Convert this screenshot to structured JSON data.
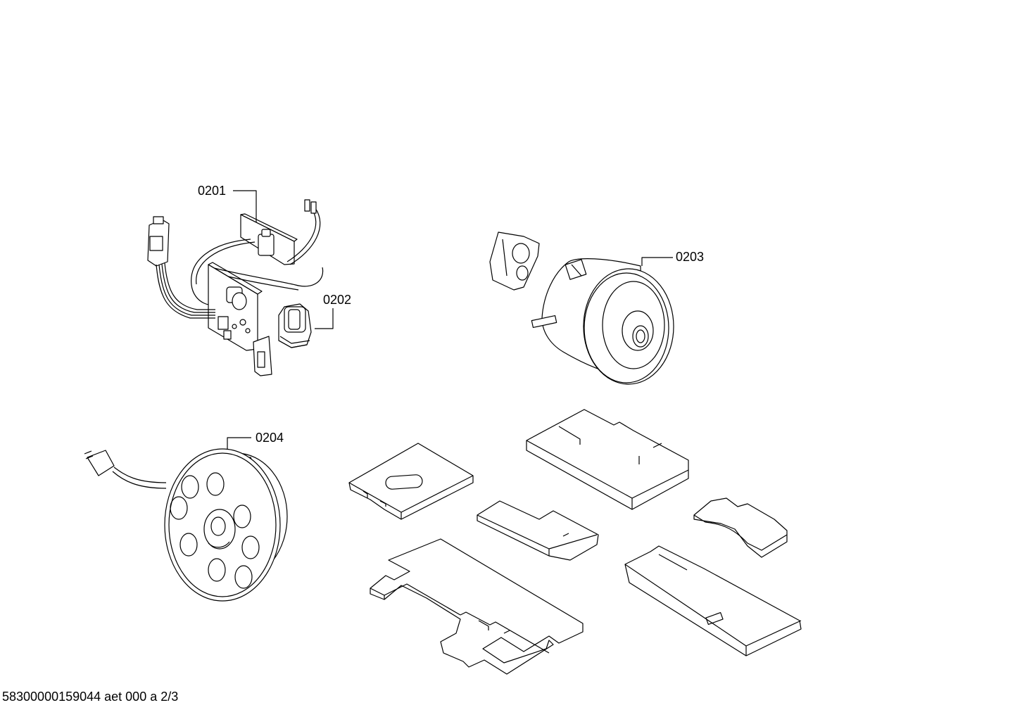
{
  "callouts": {
    "part_0201": "0201",
    "part_0202": "0202",
    "part_0203": "0203",
    "part_0204": "0204"
  },
  "footer": {
    "document_id": "58300000159044 aet 000 a 2/3"
  },
  "colors": {
    "line": "#000000",
    "background": "#ffffff",
    "shade": "#e6e6e6"
  }
}
